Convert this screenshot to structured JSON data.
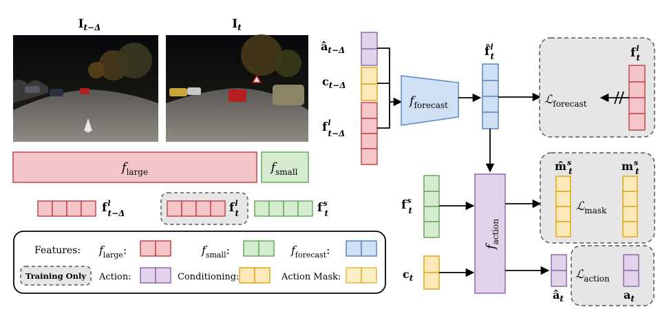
{
  "frames": {
    "prev_title": "I",
    "prev_title_sub": "t−Δ",
    "curr_title": "I",
    "curr_title_sub": "t"
  },
  "encoders": {
    "large_base": "f",
    "large_sub": "large",
    "small_base": "f",
    "small_sub": "small"
  },
  "feature_row": {
    "prev_base": "f",
    "prev_sup": "l",
    "prev_sub": "t−Δ",
    "curr_base": "f",
    "curr_sup": "l",
    "curr_sub": "t",
    "small_base": "f",
    "small_sup": "s",
    "small_sub": "t"
  },
  "legend": {
    "features_label": "Features:",
    "large_label_base": "f",
    "large_label_sub": "large",
    "small_label_base": "f",
    "small_label_sub": "small",
    "forecast_label_base": "f",
    "forecast_label_sub": "forecast",
    "training_only": "Training Only",
    "action_label": "Action:",
    "conditioning_label": "Conditioning:",
    "action_mask_label": "Action Mask:",
    "colon": ":"
  },
  "inputs": {
    "a_prev_base": "â",
    "a_prev_sub": "t−Δ",
    "c_prev_base": "c",
    "c_prev_sub": "t−Δ",
    "f_prev_base": "f",
    "f_prev_sup": "l",
    "f_prev_sub": "t−Δ",
    "fs_base": "f",
    "fs_sup": "s",
    "fs_sub": "t",
    "c_base": "c",
    "c_sub": "t"
  },
  "modules": {
    "forecast_base": "f",
    "forecast_sub": "forecast",
    "action_base": "f",
    "action_sub": "action"
  },
  "outputs": {
    "fhat_base": "f̂",
    "fhat_sup": "l",
    "fhat_sub": "t",
    "ahat_base": "â",
    "ahat_sub": "t"
  },
  "losses": {
    "forecast_base": "ℒ",
    "forecast_sub": "forecast",
    "target_base": "f",
    "target_sup": "l",
    "target_sub": "t",
    "mask_base": "ℒ",
    "mask_sub": "mask",
    "mhat_base": "m̂",
    "mhat_sup": "s",
    "mhat_sub": "t",
    "m_base": "m",
    "m_sup": "s",
    "m_sub": "t",
    "action_base": "ℒ",
    "action_sub": "action",
    "a_base": "a",
    "a_sub": "t"
  },
  "colors": {
    "red_fill": "#f4c6c8",
    "red_stroke": "#c0474e",
    "green_fill": "#d6ecd0",
    "green_stroke": "#6aa860",
    "blue_fill": "#cfe0f4",
    "blue_stroke": "#5b86c0",
    "purple_fill": "#e3d3ea",
    "purple_stroke": "#8e6aa8",
    "yellow_fill": "#fbe9b9",
    "yellow_stroke": "#e0a818",
    "training_fill": "#e6e6e6"
  }
}
